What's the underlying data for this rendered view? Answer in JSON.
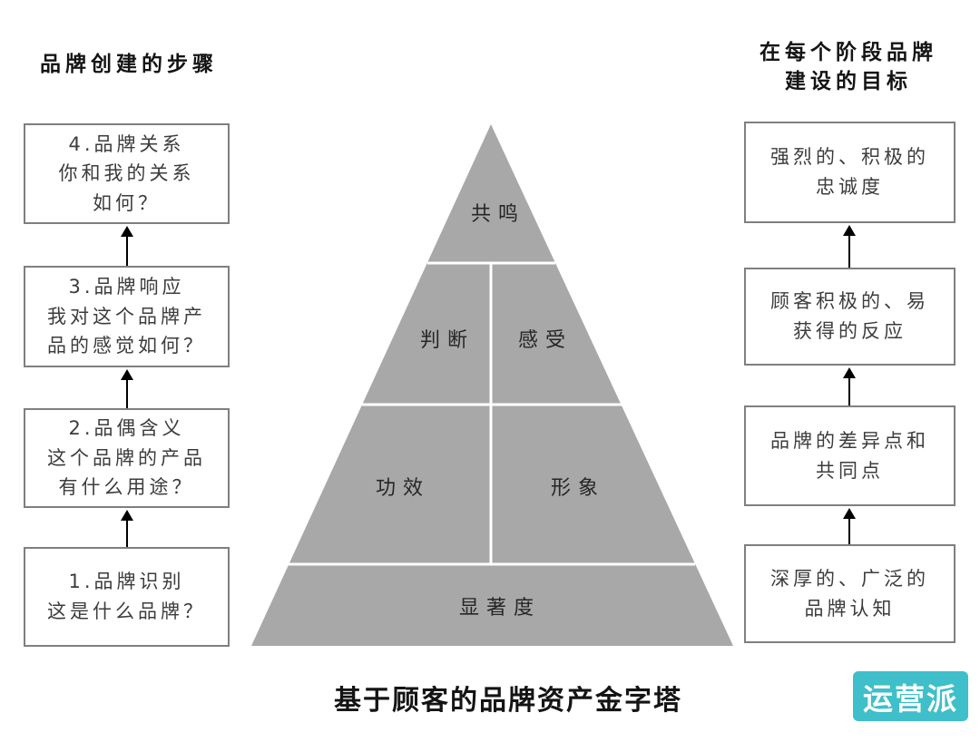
{
  "title": "基于顾客的品牌资产金字塔",
  "left_column": {
    "header": "品牌创建的步骤",
    "boxes": [
      {
        "text": "4.品牌关系\n你和我的关系\n如何？"
      },
      {
        "text": "3.品牌响应\n我对这个品牌产\n品的感觉如何？"
      },
      {
        "text": "2.品偶含义\n这个品牌的产品\n有什么用途？"
      },
      {
        "text": "1.品牌识别\n这是什么品牌？"
      }
    ]
  },
  "right_column": {
    "header": "在每个阶段品牌\n建设的目标",
    "boxes": [
      {
        "text": "强烈的、积极的\n忠诚度"
      },
      {
        "text": "顾客积极的、易\n获得的反应"
      },
      {
        "text": "品牌的差异点和\n共同点"
      },
      {
        "text": "深厚的、广泛的\n品牌认知"
      }
    ]
  },
  "pyramid": {
    "levels": [
      {
        "cells": [
          "共鸣"
        ]
      },
      {
        "cells": [
          "判断",
          "感受"
        ]
      },
      {
        "cells": [
          "功效",
          "形象"
        ]
      },
      {
        "cells": [
          "显著度"
        ]
      }
    ],
    "fill_color": "#a8a8a8",
    "divider_color": "#ffffff"
  },
  "logo": {
    "text": "运营派",
    "background_color": "#3ebfc9",
    "text_color": "#ffffff"
  },
  "colors": {
    "box_border": "#7f7f7f",
    "arrow": "#000000",
    "text": "#3c3c3c",
    "background": "#ffffff"
  }
}
